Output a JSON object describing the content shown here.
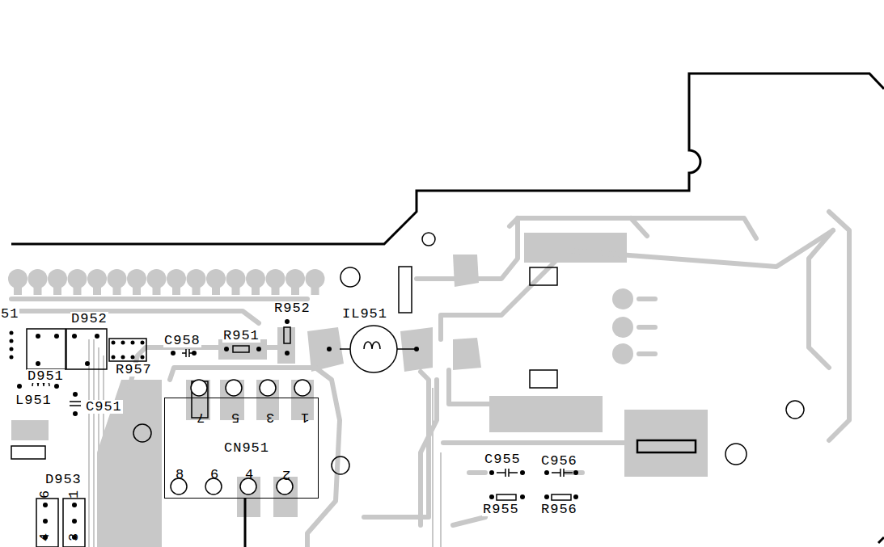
{
  "diagram": {
    "nodes": [
      {
        "text": [
          "7",
          "5",
          "3",
          "1",
          "CN951",
          "8",
          "6",
          "4",
          "2"
        ]
      }
    ],
    "labels": [
      "51",
      "D952",
      "D951",
      "L951",
      "C951",
      "R957",
      "C958",
      "R951",
      "R952",
      "IL951",
      "D953",
      "6",
      "1",
      "4",
      "3",
      "C955",
      "C956",
      "R955",
      "R956"
    ]
  }
}
